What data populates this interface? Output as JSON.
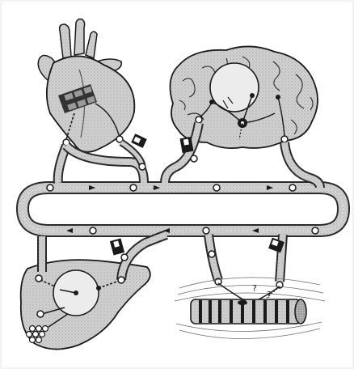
{
  "figure": {
    "organs": [
      {
        "id": "heart",
        "icon": "heart-icon"
      },
      {
        "id": "brain",
        "icon": "brain-icon"
      },
      {
        "id": "liver",
        "icon": "liver-icon"
      },
      {
        "id": "muscle",
        "icon": "muscle-fiber-icon"
      }
    ],
    "markers": {
      "query_1": "?",
      "query_2": "?"
    },
    "colors": {
      "ink": "#1a1a1a",
      "tube_fill": "#c9c9c9",
      "tube_edge": "#2a2a2a",
      "organ_fill": "#d6d6d6",
      "background": "#ffffff"
    }
  }
}
